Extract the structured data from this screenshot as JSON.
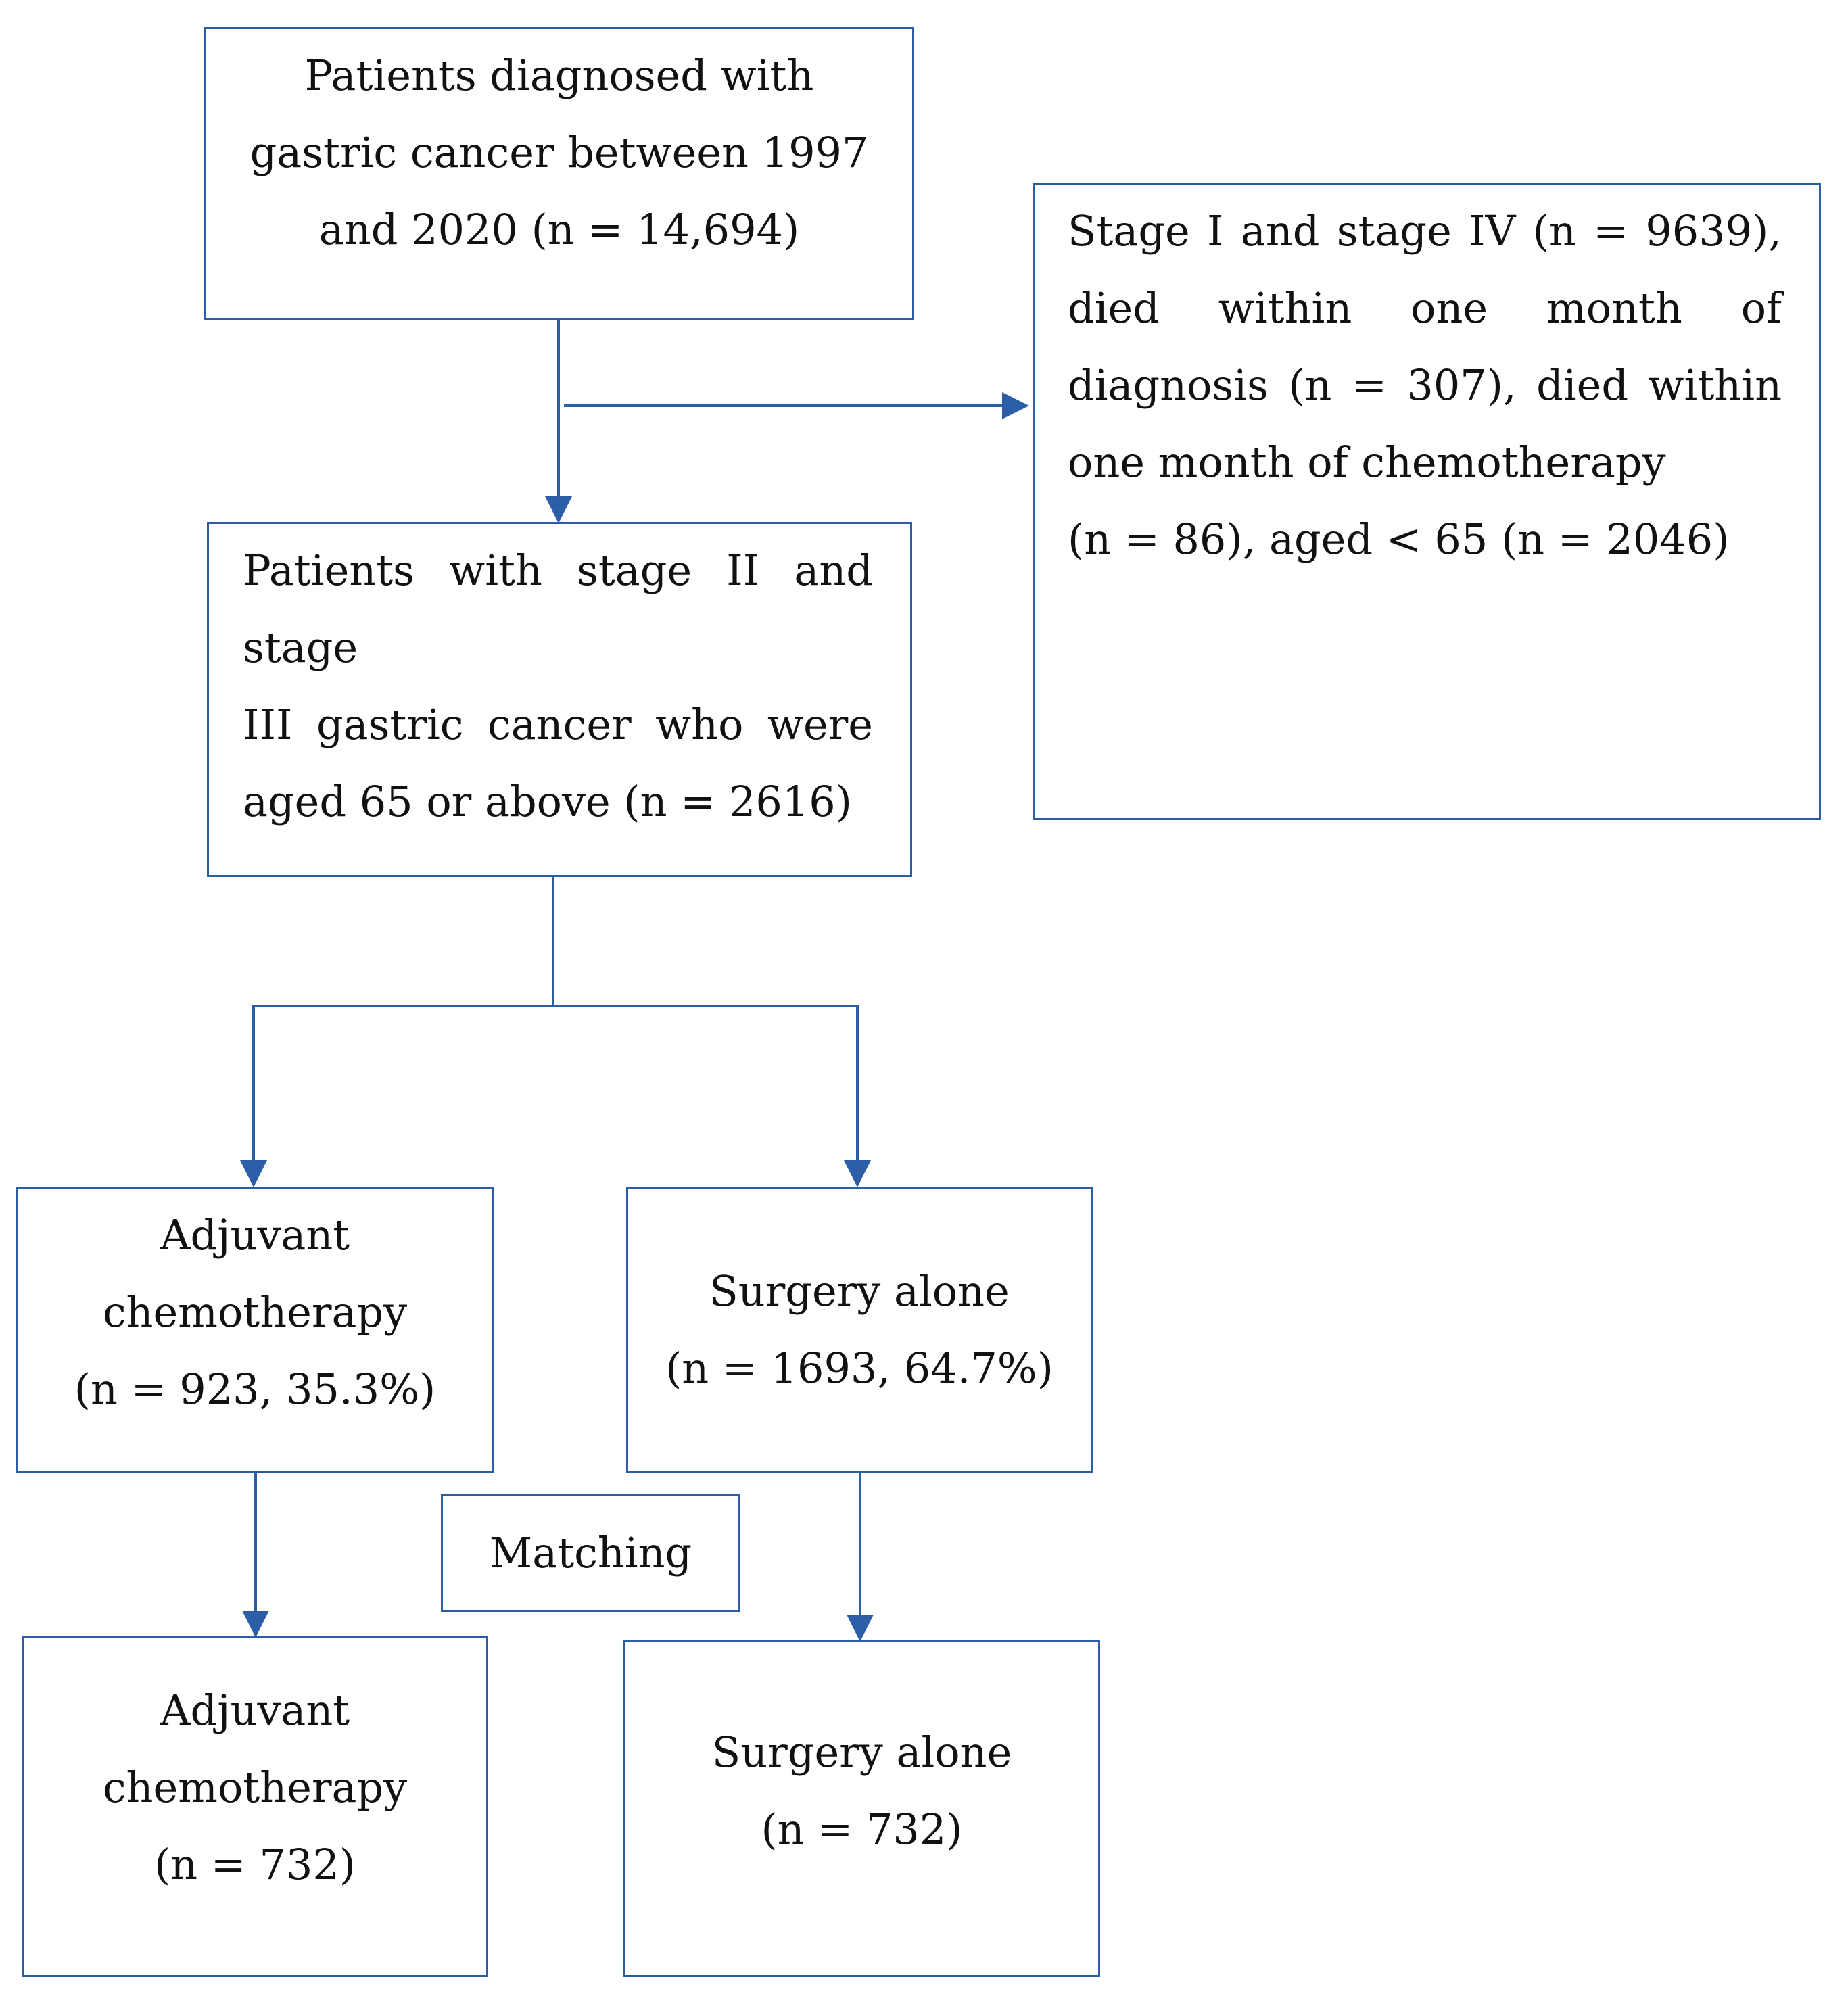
{
  "diagram": {
    "boxes": {
      "source": {
        "lines": [
          "Patients diagnosed  with",
          "gastric cancer between 1997",
          "and 2020 (n = 14,694)"
        ]
      },
      "exclusion": {
        "lines": [
          "Stage I and stage IV (n = 9639),",
          "died within one month of",
          "diagnosis (n = 307), died within",
          "one month of chemotherapy",
          "(n = 86), aged < 65 (n = 2046)"
        ]
      },
      "eligible": {
        "lines": [
          "Patients with stage II and stage",
          "III gastric cancer who were",
          "aged 65 or above (n = 2616)"
        ]
      },
      "adjuvant_before": {
        "lines": [
          "Adjuvant",
          "chemotherapy",
          "(n = 923, 35.3%)"
        ]
      },
      "surgery_before": {
        "lines": [
          "Surgery alone",
          "(n = 1693, 64.7%)"
        ]
      },
      "matching": {
        "label": "Matching"
      },
      "adjuvant_after": {
        "lines": [
          "Adjuvant",
          "chemotherapy",
          "(n = 732)"
        ]
      },
      "surgery_after": {
        "lines": [
          "Surgery alone",
          "(n = 732)"
        ]
      }
    },
    "colors": {
      "line": "#2b5ea7",
      "text": "#111111",
      "background": "#ffffff"
    }
  }
}
